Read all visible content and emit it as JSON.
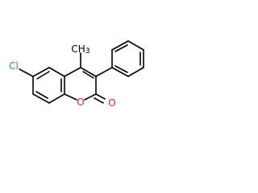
{
  "molecule": {
    "atoms": {
      "chlorine": "Cl",
      "ring_oxygen": "O",
      "carbonyl_oxygen": "O",
      "methyl": "CH3"
    },
    "methyl_parts": {
      "carbon_hydrogen": "CH",
      "subscript": "3"
    },
    "colors": {
      "bond": "#000000",
      "chlorine": "#2f9e2f",
      "oxygen": "#e0281e",
      "carbon": "#000000"
    }
  }
}
